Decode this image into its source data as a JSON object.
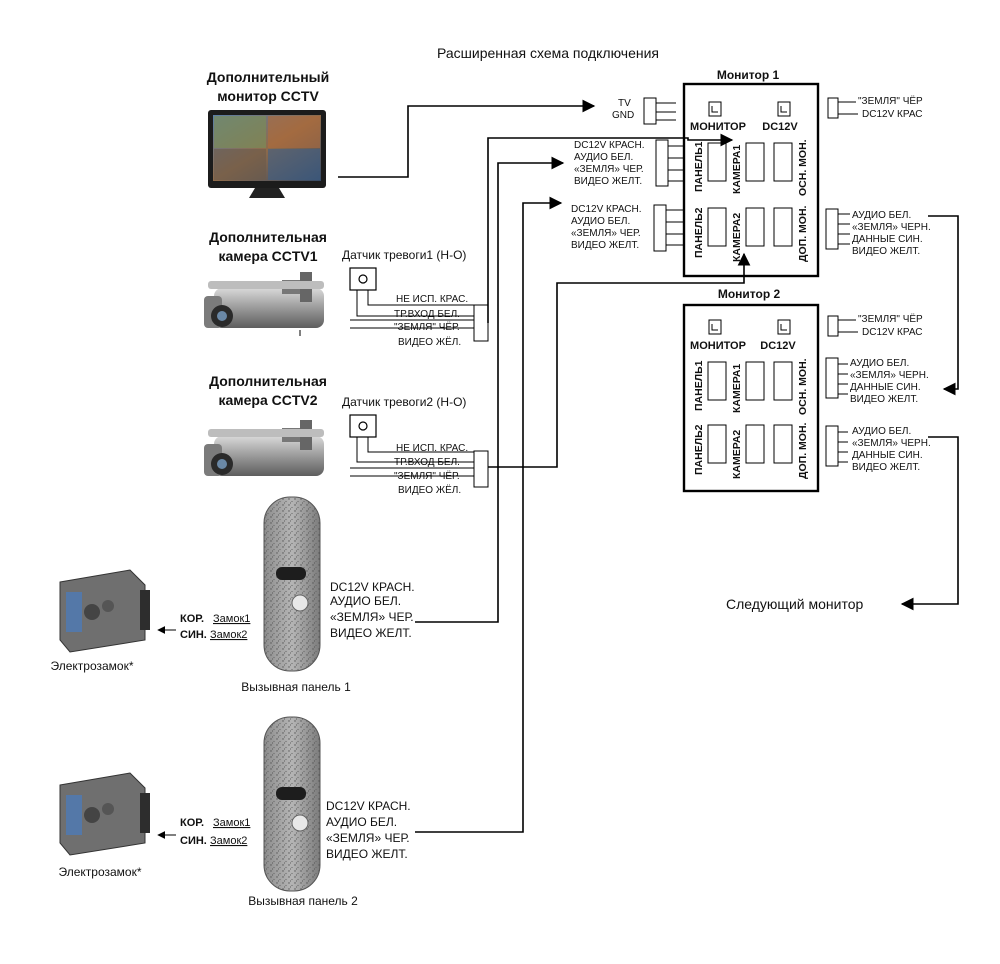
{
  "title": "Расширенная схема подключения",
  "devices": {
    "cctv_monitor": {
      "line1": "Дополнительный",
      "line2": "монитор CCTV"
    },
    "camera1": {
      "line1": "Дополнительная",
      "line2": "камера CCTV1"
    },
    "camera2": {
      "line1": "Дополнительная",
      "line2": "камера CCTV2"
    },
    "sensor1": "Датчик тревоги1  (Н-О)",
    "sensor2": "Датчик тревоги2 (Н-О)",
    "camera_wires": [
      "НЕ ИСП. КРАС.",
      "ТР.ВХОД БЕЛ.",
      "\"ЗЕМЛЯ\" ЧЁР.",
      "ВИДЕО  ЖЁЛ."
    ],
    "panel1_caption": "Вызывная панель 1",
    "panel2_caption": "Вызывная панель 2",
    "panel_wires": [
      "DC12V КРАСН.",
      "АУДИО БЕЛ.",
      "«ЗЕМЛЯ» ЧЕР.",
      "ВИДЕО ЖЕЛТ."
    ],
    "lock_caption": "Электрозамок*",
    "lock_wires": [
      {
        "prefix": "КОР.",
        "label": "Замок1"
      },
      {
        "prefix": "СИН.",
        "label": "Замок2"
      }
    ]
  },
  "tv_labels": [
    "TV",
    "GND"
  ],
  "monitor_in_panel1": [
    "DC12V КРАСН.",
    "АУДИО БЕЛ.",
    "«ЗЕМЛЯ» ЧЕР.",
    "ВИДЕО ЖЕЛТ."
  ],
  "monitor_in_panel2": [
    "DC12V КРАСН.",
    "АУДИО БЕЛ.",
    "«ЗЕМЛЯ» ЧЕР.",
    "ВИДЕО ЖЕЛТ."
  ],
  "monitor1": {
    "title": "Монитор 1",
    "top_labels": [
      "МОНИТОР",
      "DC12V"
    ],
    "row1": [
      "ПАНЕЛЬ1",
      "КАМЕРА1",
      "ОСН. МОН."
    ],
    "row2": [
      "ПАНЕЛЬ2",
      "КАМЕРА2",
      "ДОП. МОН."
    ],
    "power": [
      "\"ЗЕМЛЯ\" ЧЁР",
      "DC12V КРАС"
    ],
    "bus_out": [
      "АУДИО БЕЛ.",
      "«ЗЕМЛЯ» ЧЕРН.",
      "ДАННЫЕ СИН.",
      "ВИДЕО ЖЕЛТ."
    ]
  },
  "monitor2": {
    "title": "Монитор 2",
    "top_labels": [
      "МОНИТОР",
      "DC12V"
    ],
    "row1": [
      "ПАНЕЛЬ1",
      "КАМЕРА1",
      "ОСН. МОН."
    ],
    "row2": [
      "ПАНЕЛЬ2",
      "КАМЕРА2",
      "ДОП. МОН."
    ],
    "power": [
      "\"ЗЕМЛЯ\" ЧЁР",
      "DC12V КРАС"
    ],
    "bus_in": [
      "АУДИО БЕЛ.",
      "«ЗЕМЛЯ» ЧЕРН.",
      "ДАННЫЕ СИН.",
      "ВИДЕО ЖЕЛТ."
    ],
    "bus_out": [
      "АУДИО БЕЛ.",
      "«ЗЕМЛЯ» ЧЕРН.",
      "ДАННЫЕ СИН.",
      "ВИДЕО ЖЕЛТ."
    ]
  },
  "next_monitor": "Следующий монитор"
}
